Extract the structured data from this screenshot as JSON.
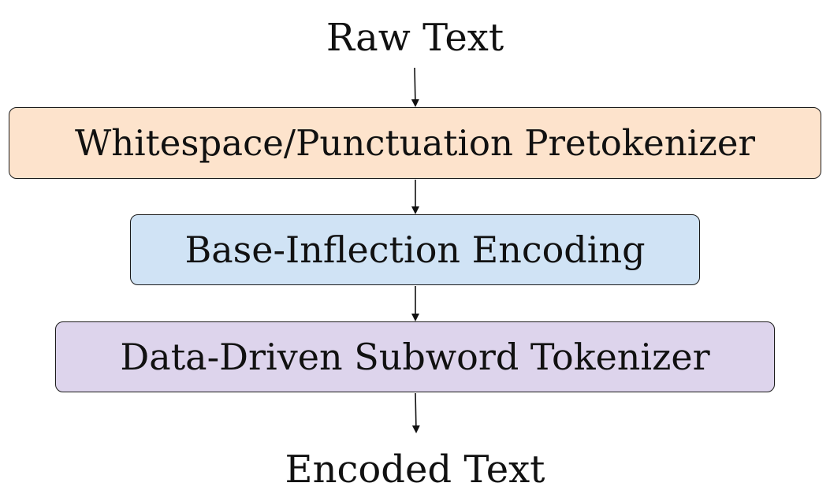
{
  "input": {
    "label": "Raw Text"
  },
  "steps": [
    {
      "label": "Whitespace/Punctuation Pretokenizer",
      "color": "#fde3cc"
    },
    {
      "label": "Base-Inflection Encoding",
      "color": "#d0e3f5"
    },
    {
      "label": "Data-Driven Subword Tokenizer",
      "color": "#ddd4ec"
    }
  ],
  "output": {
    "label": "Encoded Text"
  }
}
